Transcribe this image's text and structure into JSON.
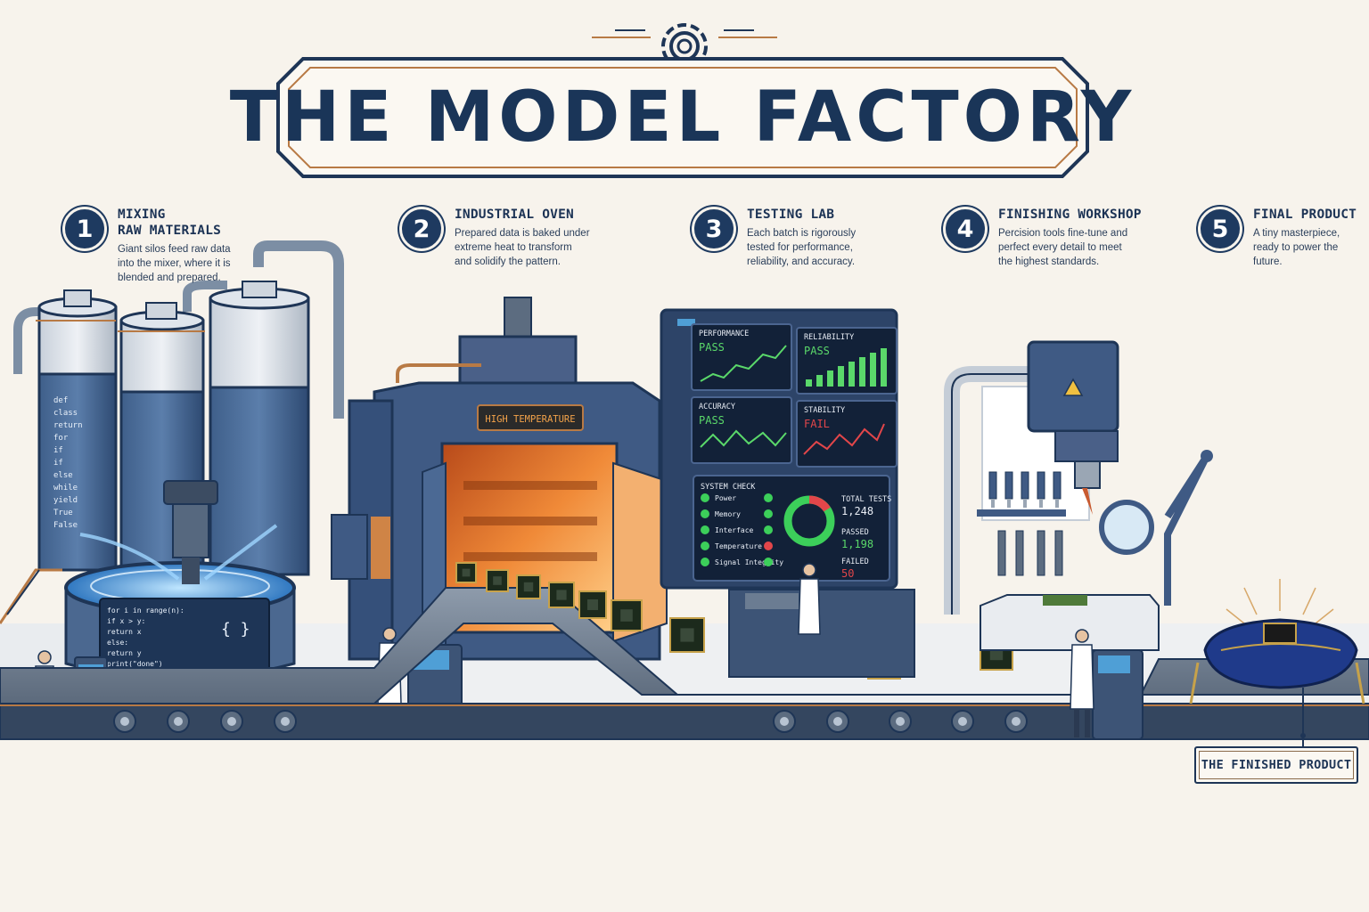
{
  "title": "THE MODEL FACTORY",
  "steps": [
    {
      "number": "1",
      "title": "MIXING\nRAW MATERIALS",
      "description": "Giant silos feed raw data\ninto the mixer, where it is\nblended and prepared."
    },
    {
      "number": "2",
      "title": "INDUSTRIAL OVEN",
      "description": "Prepared data is baked under\nextreme heat to transform\nand solidify the pattern."
    },
    {
      "number": "3",
      "title": "TESTING LAB",
      "description": "Each batch is rigorously\ntested for performance,\nreliability, and accuracy."
    },
    {
      "number": "4",
      "title": "FINISHING WORKSHOP",
      "description": "Percision tools fine-tune and\nperfect every detail to meet\nthe highest standards."
    },
    {
      "number": "5",
      "title": "FINAL PRODUCT",
      "description": "A tiny masterpiece,\nready to power the\nfuture."
    }
  ],
  "silo_code": [
    "def",
    "class",
    "return",
    "for",
    "if",
    "if",
    "else",
    "while",
    "yield",
    "True",
    "False"
  ],
  "mixer_code": [
    "for i in range(n):",
    "  if x > y:",
    "    return x",
    "  else:",
    "    return y",
    "  print(\"done\")"
  ],
  "oven_sign": "HIGH TEMPERATURE",
  "test_panels": [
    {
      "label": "PERFORMANCE",
      "status": "PASS",
      "status_color": "#5ad86a"
    },
    {
      "label": "RELIABILITY",
      "status": "PASS",
      "status_color": "#5ad86a"
    },
    {
      "label": "ACCURACY",
      "status": "PASS",
      "status_color": "#5ad86a"
    },
    {
      "label": "STABILITY",
      "status": "FAIL",
      "status_color": "#e2464a"
    }
  ],
  "system_check": {
    "title": "SYSTEM CHECK",
    "items": [
      {
        "label": "Power",
        "ok": true
      },
      {
        "label": "Memory",
        "ok": true
      },
      {
        "label": "Interface",
        "ok": true
      },
      {
        "label": "Temperature",
        "ok": false
      },
      {
        "label": "Signal Integrity",
        "ok": true
      }
    ],
    "total_label": "TOTAL TESTS",
    "total_value": "1,248",
    "passed_label": "PASSED",
    "passed_value": "1,198",
    "failed_label": "FAILED",
    "failed_value": "50"
  },
  "finished_label": "THE FINISHED PRODUCT",
  "colors": {
    "navy": "#1e3556",
    "copper": "#b87a45",
    "oven": "#f08a38",
    "pass": "#5ad86a",
    "fail": "#e2464a",
    "cushion": "#1f3a8a"
  }
}
